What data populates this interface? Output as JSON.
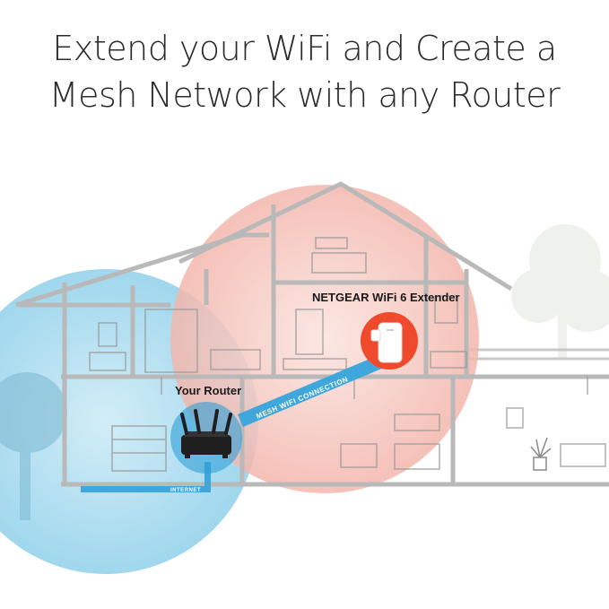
{
  "headline": {
    "line1": "Extend your WiFi and Create a",
    "line2": "Mesh Network with any Router"
  },
  "labels": {
    "extender": "NETGEAR WiFi 6 Extender",
    "router": "Your Router",
    "mesh_connection": "MESH WIFI CONNECTION",
    "internet": "INTERNET"
  },
  "icons": {
    "router": "router-icon",
    "extender": "extender-icon",
    "house": "house-illustration",
    "tree": "tree-icon"
  },
  "colors": {
    "router_coverage": "#a9dcef",
    "extender_coverage": "#f6c3bb",
    "extender_highlight": "#f04a2c",
    "mesh_link": "#3fa7dc",
    "outline": "#b9b9b9",
    "headline_text": "#2b2b2b"
  }
}
